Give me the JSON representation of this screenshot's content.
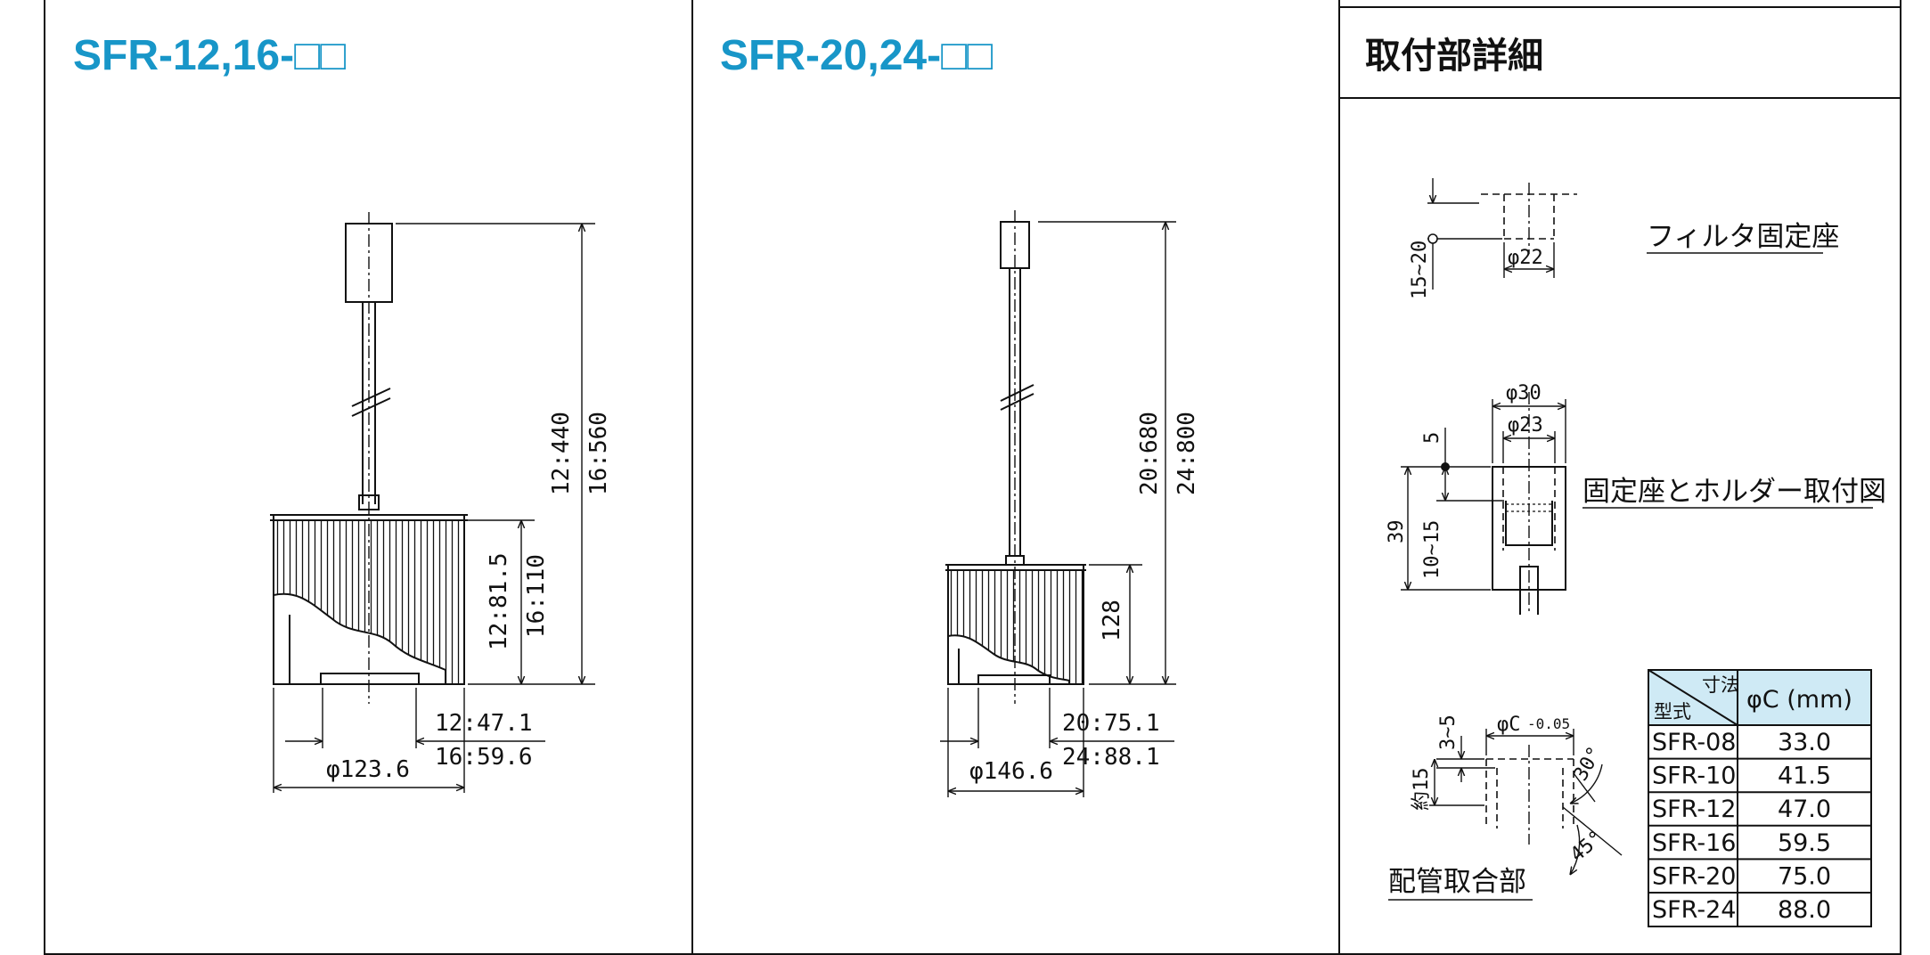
{
  "panels": {
    "left_title": "SFR-12,16-□□",
    "middle_title": "SFR-20,24-□□",
    "right_title": "取付部詳細"
  },
  "left_drawing": {
    "dim_height_12": "12:440",
    "dim_height_16": "16:560",
    "dim_body_12": "12:81.5",
    "dim_body_16": "16:110",
    "dim_bore_12": "12:47.1",
    "dim_bore_16": "16:59.6",
    "dim_diameter": "φ123.6"
  },
  "middle_drawing": {
    "dim_height_20": "20:680",
    "dim_height_24": "24:800",
    "dim_body": "128",
    "dim_bore_20": "20:75.1",
    "dim_bore_24": "24:88.1",
    "dim_diameter": "φ146.6"
  },
  "details": {
    "filter_seat_label": "フィルタ固定座",
    "filter_seat_height": "15~20",
    "filter_seat_diameter": "φ22",
    "holder_label": "固定座とホルダー取付図",
    "holder_outer": "φ30",
    "holder_inner": "φ23",
    "holder_top": "5",
    "holder_total": "39",
    "holder_range": "10~15",
    "pipe_label": "配管取合部",
    "pipe_diameter": "φC",
    "pipe_tolerance": "-0.05",
    "pipe_depth": "3~5",
    "pipe_length": "約15",
    "angle_30": "30°",
    "angle_45": "45°"
  },
  "table": {
    "header_dim": "寸法",
    "header_model": "型式",
    "header_col": "φC (mm)",
    "header_bg": "#cfeaf5",
    "rows": [
      {
        "model": "SFR-08",
        "value": "33.0"
      },
      {
        "model": "SFR-10",
        "value": "41.5"
      },
      {
        "model": "SFR-12",
        "value": "47.0"
      },
      {
        "model": "SFR-16",
        "value": "59.5"
      },
      {
        "model": "SFR-20",
        "value": "75.0"
      },
      {
        "model": "SFR-24",
        "value": "88.0"
      }
    ]
  },
  "colors": {
    "title_blue": "#1896c8",
    "line": "#111111"
  }
}
